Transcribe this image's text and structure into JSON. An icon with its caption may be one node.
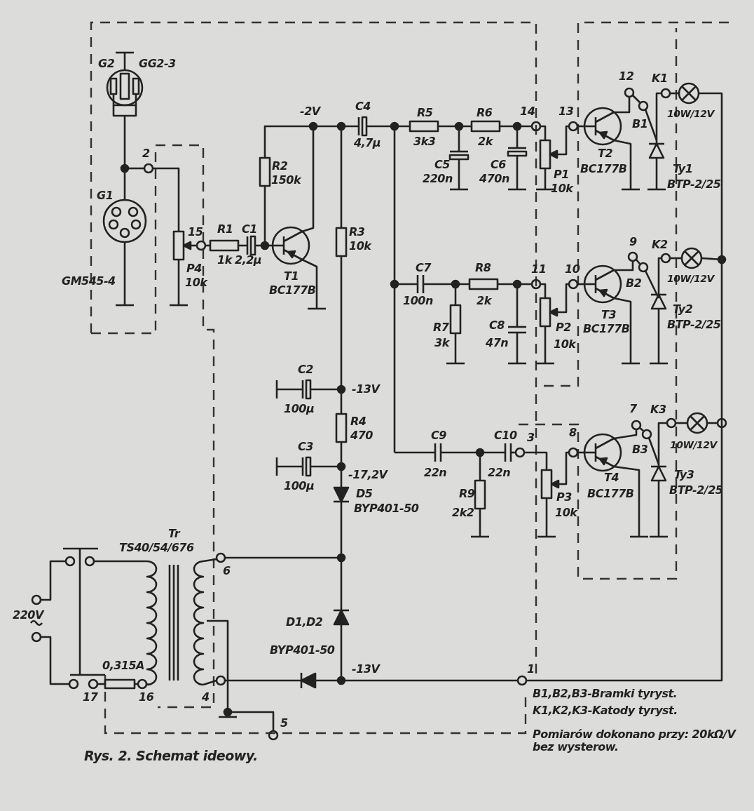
{
  "diagram": {
    "caption": "Rys. 2. Schemat ideowy.",
    "labels": [
      "G2",
      "GG2-3",
      "2",
      "G1",
      "GM545-4",
      "15",
      "P4",
      "10k",
      "R1",
      "1k",
      "C1",
      "2,2µ",
      "-2V",
      "R2",
      "150k",
      "T1",
      "BC177B",
      "C4",
      "4,7µ",
      "R3",
      "10k",
      "R5",
      "3k3",
      "R6",
      "2k",
      "C5",
      "220n",
      "C6",
      "470n",
      "14",
      "13",
      "P1",
      "10k",
      "12",
      "K1",
      "T2",
      "B1",
      "BC177B",
      "10W/12V",
      "Ty1",
      "BTP-2/25",
      "C7",
      "R8",
      "11",
      "10",
      "9",
      "K2",
      "100n",
      "2k",
      "B2",
      "T3",
      "10W/12V",
      "R7",
      "C8",
      "P2",
      "BC177B",
      "Ty2",
      "3k",
      "47n",
      "10k",
      "BTP-2/25",
      "C2",
      "-13V",
      "100µ",
      "R4",
      "470",
      "C3",
      "-17,2V",
      "100µ",
      "7",
      "K3",
      "C9",
      "C10",
      "3",
      "8",
      "10W/12V",
      "B3",
      "22n",
      "22n",
      "T4",
      "Ty3",
      "D5",
      "R9",
      "P3",
      "BC177B",
      "BTP-2/25",
      "2k2",
      "10k",
      "BYP401-50",
      "Tr",
      "TS40/54/676",
      "6",
      "220V",
      "D1,D2",
      "0,315A",
      "BYP401-50",
      "-13V",
      "1",
      "17",
      "16",
      "4",
      "B1,B2,B3-Bramki tyryst.",
      "K1,K2,K3-Katody tyryst.",
      "5",
      "Pomiarów dokonano przy: 20kΩ/V bez wysterow."
    ]
  }
}
